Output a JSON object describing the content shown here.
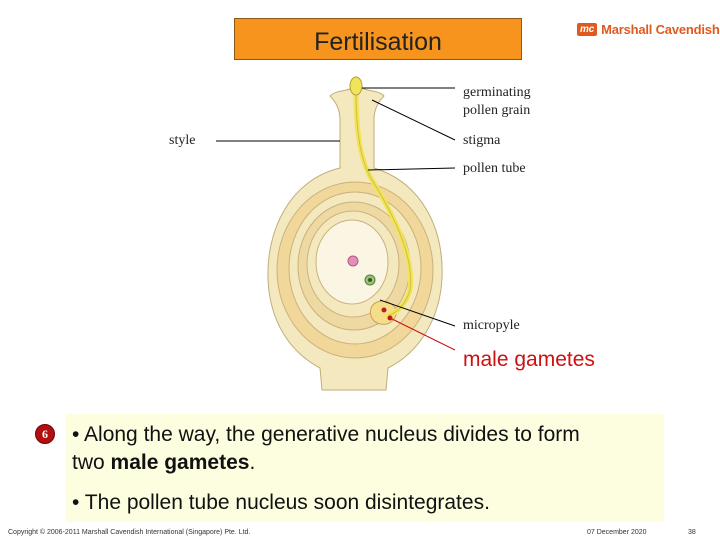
{
  "title": "Fertilisation",
  "logo": {
    "mark": "mc",
    "text": "Marshall Cavendish"
  },
  "labels": {
    "germinating": "germinating",
    "pollen_grain": "pollen grain",
    "style": "style",
    "stigma": "stigma",
    "pollen_tube": "pollen tube",
    "micropyle": "micropyle",
    "male_gametes": "male gametes"
  },
  "step_number": "6",
  "bullets": {
    "b1_line1": "• Along the way, the generative nucleus divides to form",
    "b1_line2_prefix": "two ",
    "b1_line2_bold": "male gametes",
    "b1_line2_suffix": ".",
    "b2": "• The pollen tube nucleus soon disintegrates."
  },
  "footer": {
    "copyright": "Copyright © 2006-2011 Marshall Cavendish International (Singapore) Pte. Ltd.",
    "date": "07 December 2020",
    "page": "38"
  },
  "colors": {
    "title_bg": "#f7941d",
    "ovary_outer": "#f4e8bf",
    "ovary_mid": "#f1d79a",
    "ovule": "#fbf6e4",
    "pollen_tube": "#f2e45a",
    "male_gametes_text": "#cc1111"
  }
}
